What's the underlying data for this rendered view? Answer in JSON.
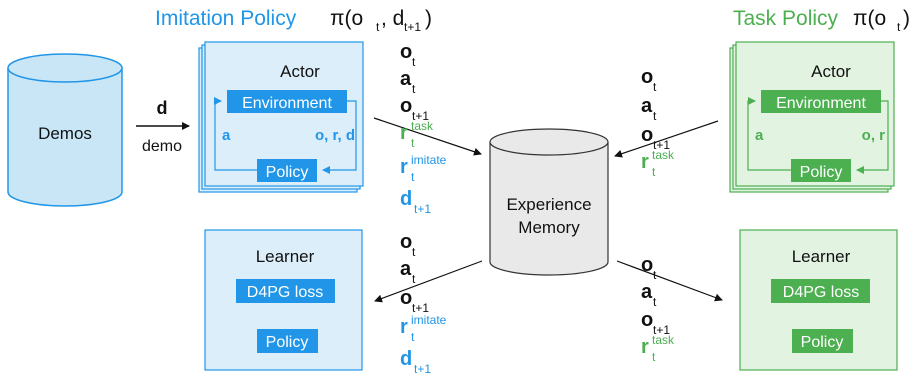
{
  "imitation": {
    "title": "Imitation Policy",
    "pi": "π(o",
    "pi_sub1": "t",
    "pi_comma": ", d",
    "pi_sub2": "t+1",
    "pi_close": ")",
    "actor_label": "Actor",
    "environment": "Environment",
    "policy": "Policy",
    "loop_left": "a",
    "loop_right": "o, r, d",
    "learner_label": "Learner",
    "loss": "D4PG loss",
    "learner_policy": "Policy"
  },
  "task": {
    "title": "Task Policy",
    "pi": "π(o",
    "pi_sub": "t",
    "pi_close": ")",
    "actor_label": "Actor",
    "environment": "Environment",
    "policy": "Policy",
    "loop_left": "a",
    "loop_right": "o, r",
    "learner_label": "Learner",
    "loss": "D4PG loss",
    "learner_policy": "Policy"
  },
  "demos": {
    "label": "Demos",
    "arrow_top": "d",
    "arrow_bottom": "demo"
  },
  "memory": {
    "line1": "Experience",
    "line2": "Memory"
  },
  "transitions": {
    "o": "o",
    "a": "a",
    "r": "r",
    "d": "d",
    "t": "t",
    "t1": "t+1",
    "task": "task",
    "imitate": "imitate"
  },
  "colors": {
    "imitation_accent": "#2196e8",
    "imitation_fill": "#ddeefb",
    "task_accent": "#4caf50",
    "task_fill": "#e3f3e2",
    "demos_fill": "#c9e6f7",
    "memory_fill": "#e9e9e9"
  }
}
